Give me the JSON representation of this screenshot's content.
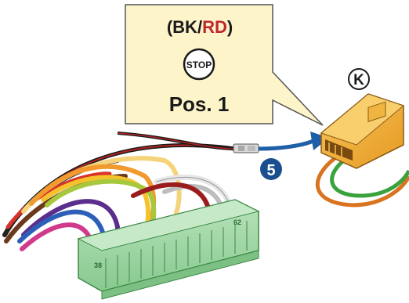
{
  "callout": {
    "wire_color_open": "(",
    "wire_color_primary": "BK",
    "wire_color_separator": "/",
    "wire_color_secondary": "RD",
    "wire_color_close": ")",
    "stop_label": "STOP",
    "position_label": "Pos. 1"
  },
  "connector_label": "K",
  "step_number": "5",
  "terminal_block": {
    "pin_label_top": "62",
    "pin_label_bottom": "38"
  },
  "colors": {
    "callout_fill": "#fdf5c9",
    "primary_text": "#1a1a1a",
    "secondary_text": "#c0272d",
    "arrow_blue": "#1f5fa8",
    "step_badge": "#1a4f8f",
    "connector_orange": "#f0a830",
    "terminal_green": "#9fd6a4"
  }
}
